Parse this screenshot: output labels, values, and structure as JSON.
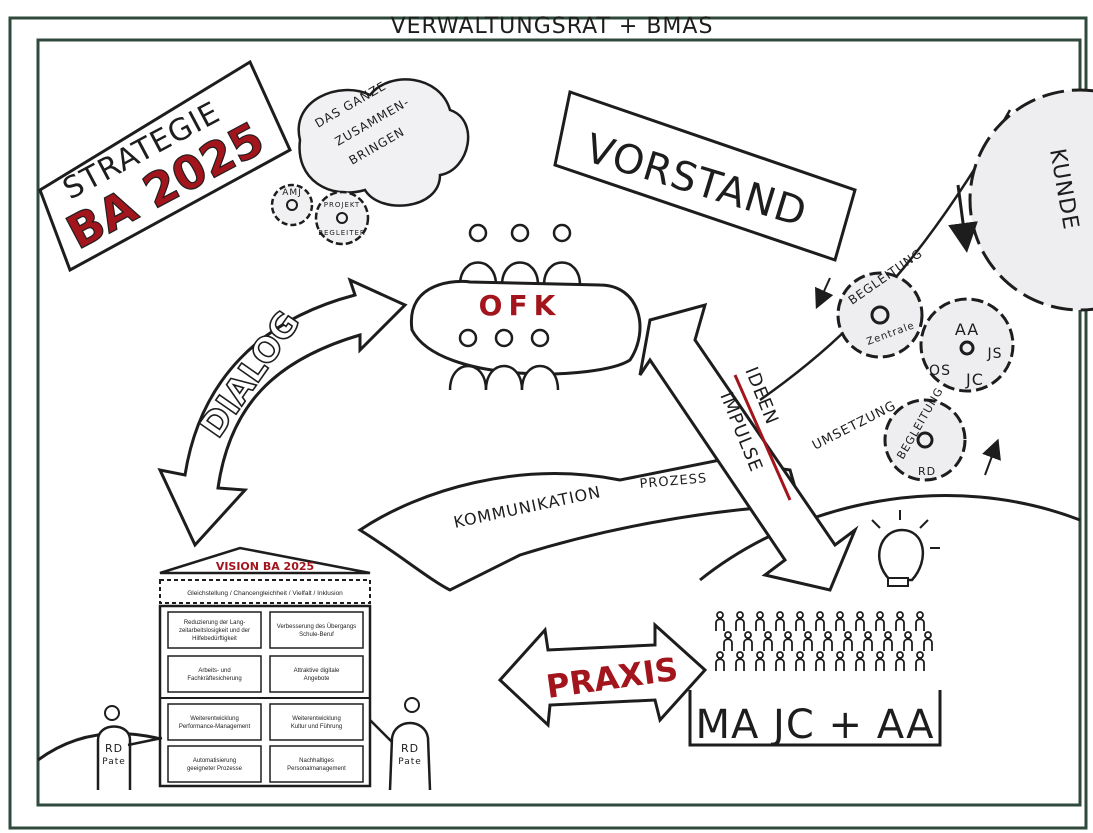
{
  "top_banner": "VERWALTUNGSRAT + BMAS",
  "strategy": {
    "line1": "STRATEGIE",
    "line2": "BA 2025",
    "cloud_lines": [
      "DAS GANZE",
      "ZUSAMMEN-",
      "BRINGEN"
    ],
    "gear_small_1": "AMJ",
    "gear_small_2_lines": [
      "PROJEKT",
      "BEGLEITER"
    ]
  },
  "vorstand": "VORSTAND",
  "kunde": "KUNDE",
  "ofk": "OFK",
  "arrows": {
    "dialog": "DIALOG",
    "kommunikation": "KOMMUNIKATION",
    "prozess": "PROZESS",
    "ideen": "IDEEN",
    "impulse": "IMPULSE",
    "umsetzung": "UMSETZUNG",
    "praxis": "PRAXIS"
  },
  "gears_right": {
    "begleitung_zentrale": [
      "BEGLEITUNG",
      "Zentrale"
    ],
    "units": [
      "AA",
      "OS",
      "JS",
      "JC"
    ],
    "begleitung_rd": [
      "BEGLEITUNG",
      "RD"
    ]
  },
  "ma_label": "MA JC + AA",
  "vision": {
    "title": "VISION BA 2025",
    "banner": "Gleichstellung / Chancengleichheit / Vielfalt / Inklusion",
    "boxes": [
      [
        "Reduzierung der Lang-",
        "zeitarbeitslosigkeit und der",
        "Hilfebedürftigkeit"
      ],
      [
        "Verbesserung des Übergangs",
        "Schule-Beruf"
      ],
      [
        "Arbeits- und",
        "Fachkräftesicherung"
      ],
      [
        "Attraktive digitale",
        "Angebote"
      ],
      [
        "Weiterentwicklung",
        "Performance-Management"
      ],
      [
        "Weiterentwicklung",
        "Kultur und Führung"
      ],
      [
        "Automatisierung",
        "geeigneter Prozesse"
      ],
      [
        "Nachhaltiges",
        "Personalmanagement"
      ]
    ]
  },
  "rd_pate": [
    "RD",
    "Pate"
  ],
  "colors": {
    "ink": "#1d1d1d",
    "red_accent": "#a3151c",
    "gear_fill": "#efeff1",
    "frame": "#2f4a3c"
  }
}
